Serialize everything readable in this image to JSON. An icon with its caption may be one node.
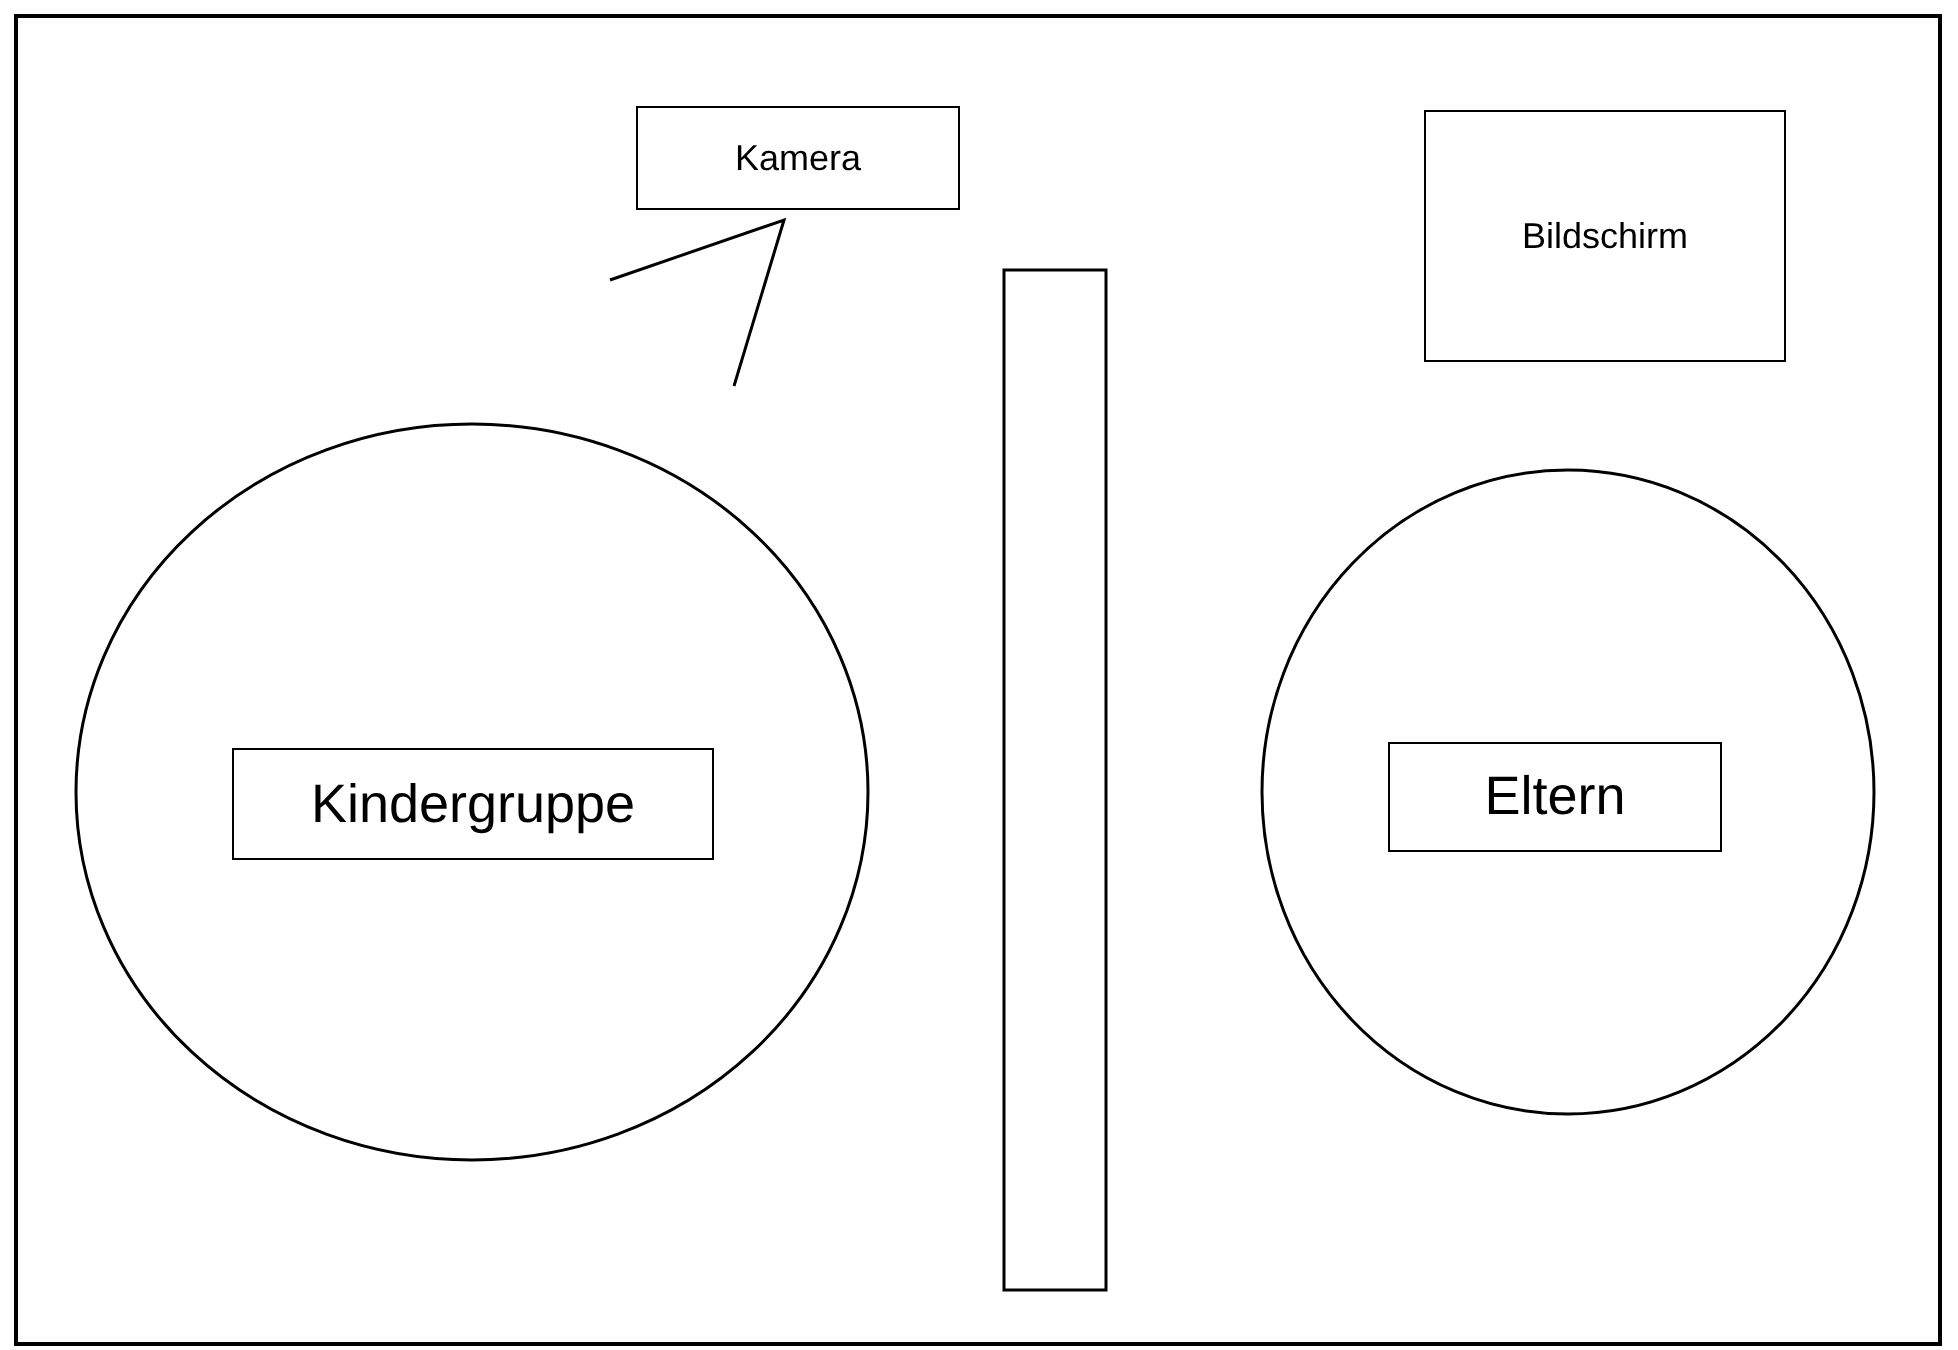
{
  "diagram": {
    "nodes": [
      {
        "text": [],
        "shape": "box"
      },
      {
        "text": [
          "Kamera"
        ],
        "in": 0
      },
      {
        "text": [],
        "shape": "bar",
        "in": 0
      },
      {
        "text": [
          "Bildschirm"
        ],
        "in": 0
      },
      {
        "text": [],
        "shape": "circle",
        "in": 0
      },
      {
        "text": [
          "Kindergruppe"
        ],
        "in": 4
      },
      {
        "text": [],
        "shape": "circle",
        "in": 0
      },
      {
        "text": [
          "Eltern"
        ],
        "in": 6
      }
    ]
  }
}
